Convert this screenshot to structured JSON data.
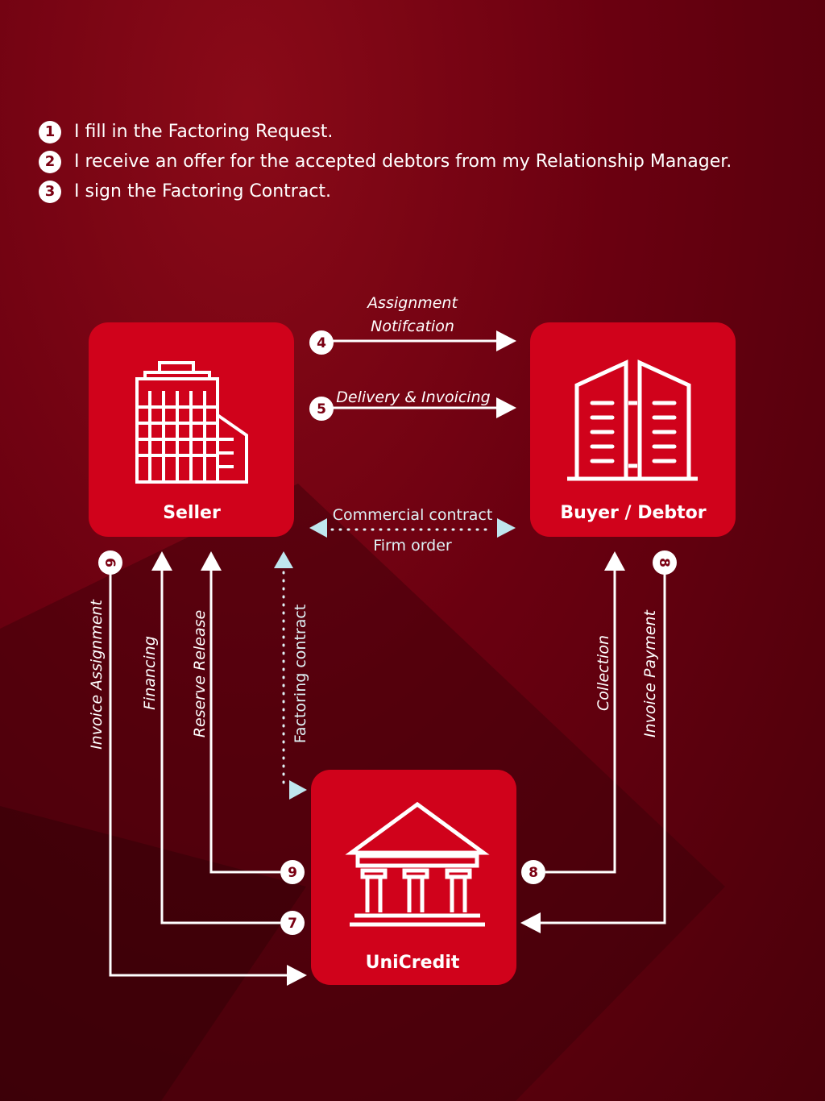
{
  "steps": [
    {
      "num": "1",
      "text": "I fill in the Factoring Request."
    },
    {
      "num": "2",
      "text": "I receive an offer for the accepted debtors from my Relationship Manager."
    },
    {
      "num": "3",
      "text": "I sign the Factoring Contract."
    }
  ],
  "nodes": {
    "seller": "Seller",
    "buyer": "Buyer / Debtor",
    "bank": "UniCredit"
  },
  "flows": {
    "assignment_1": "Assignment",
    "assignment_2": "Notifcation",
    "n4": "4",
    "delivery": "Delivery & Invoicing",
    "n5": "5",
    "commercial": "Commercial contract",
    "firm_order": "Firm order",
    "invoice_assignment": "Invoice Assignment",
    "n6": "6",
    "financing": "Financing",
    "n7": "7",
    "reserve_release": "Reserve Release",
    "n9": "9",
    "factoring_contract": "Factoring contract",
    "collection": "Collection",
    "n8a": "8",
    "invoice_payment": "Invoice Payment",
    "n8b": "8"
  },
  "colors": {
    "box": "#d0021b",
    "arrow": "#ffffff",
    "contract_arrow": "#bfe6ee"
  }
}
